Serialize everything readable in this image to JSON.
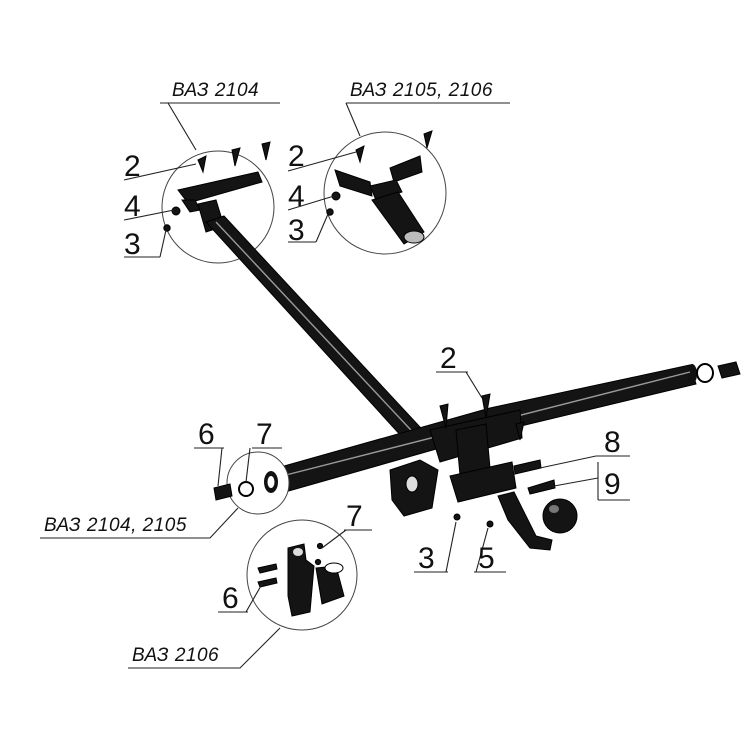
{
  "labels": {
    "vaz_2104_top": "ВАЗ 2104",
    "vaz_2105_2106_top": "ВАЗ 2105, 2106",
    "vaz_2104_2105": "ВАЗ 2104, 2105",
    "vaz_2106": "ВАЗ 2106"
  },
  "callouts": {
    "a_2": "2",
    "a_4": "4",
    "a_3": "3",
    "b_2": "2",
    "b_4": "4",
    "b_3": "3",
    "c_2": "2",
    "d_6": "6",
    "d_7": "7",
    "e_8": "8",
    "e_9": "9",
    "f_3": "3",
    "f_5": "5",
    "g_7": "7",
    "g_6": "6"
  },
  "colors": {
    "part": "#141414",
    "line": "#222222",
    "highlight": "#9a9a9a"
  }
}
